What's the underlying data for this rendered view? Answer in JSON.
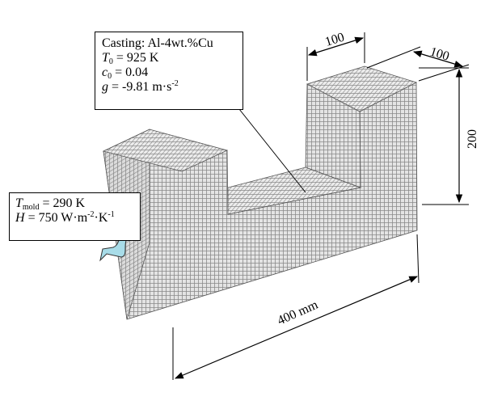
{
  "casting": {
    "title": "Casting: Al-4wt.%Cu",
    "t0_sym": "T",
    "t0_sub": "0",
    "t0_val": " = 925 K",
    "c0_sym": "c",
    "c0_sub": "0",
    "c0_val": " = 0.04",
    "g_sym": "g",
    "g_val": " = -9.81 m·s",
    "g_exp": "-2"
  },
  "mold": {
    "t_sym": "T",
    "t_sub": "mold",
    "t_val": " = 290 K",
    "h_sym": "H",
    "h_val": " = 750 W·m",
    "h_exp1": "-2",
    "h_mid": "·K",
    "h_exp2": "-1"
  },
  "dimensions": {
    "top_width": "100",
    "top_depth": "100",
    "height": "200",
    "length": "400 mm"
  },
  "colors": {
    "mesh_fill": "#e4e4e4",
    "mesh_line": "#8a8a8a",
    "arrow_fill": "#a8dce8"
  }
}
